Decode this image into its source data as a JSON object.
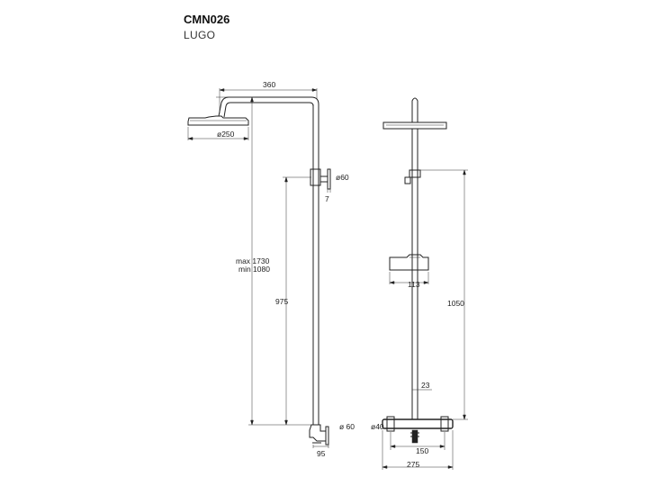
{
  "header": {
    "code": "CMN026",
    "name": "LUGO"
  },
  "dimensions": {
    "width_360": "360",
    "head_dia": "ø250",
    "outlet_dia_top": "ø60",
    "offset_7": "7",
    "height_max": "max 1730",
    "height_min": "min 1080",
    "height_975": "975",
    "outlet_dia_bottom": "ø 60",
    "depth_95": "95",
    "handset_113": "113",
    "height_1050": "1050",
    "rail_23": "23",
    "body_dia": "ø40",
    "centres_150": "150",
    "width_275": "275"
  }
}
